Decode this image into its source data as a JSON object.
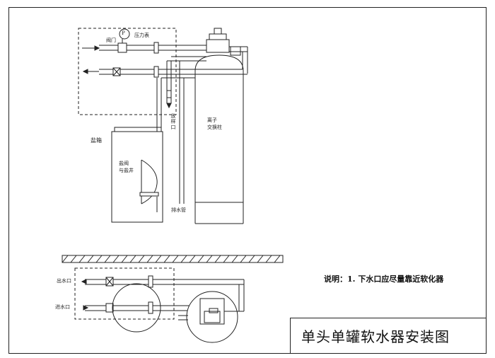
{
  "title": "单头单罐软水器安装图",
  "note": "说明：1. 下水口应尽量靠近软化器",
  "labels": {
    "valve": "阀门",
    "pressure_gauge": "压力表",
    "gauge_symbol": "P",
    "drain_outlet": "放样口",
    "brine_tank": "盐箱",
    "brine_valve": "盐阀\n与盐井",
    "ion_exchange": "离子\n交换柱",
    "drain_pipe": "排水管",
    "water_out": "出水口",
    "water_in": "进水口"
  }
}
